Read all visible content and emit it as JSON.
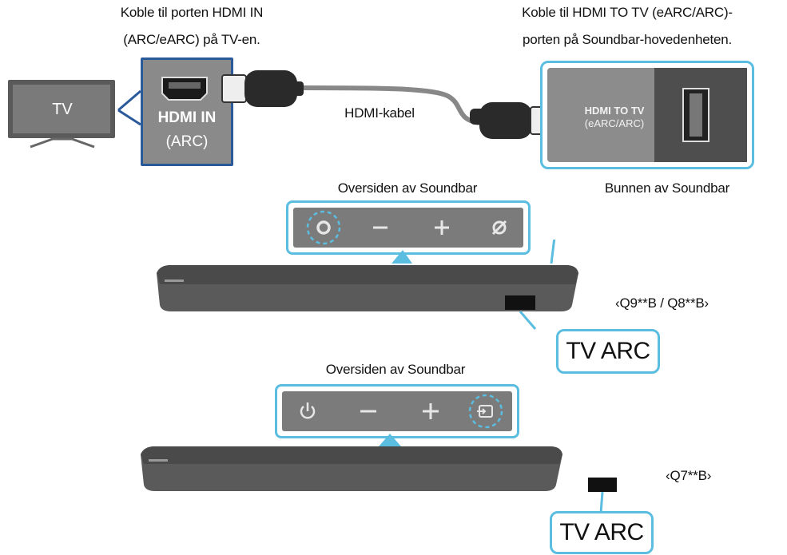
{
  "captions": {
    "tv_port_line1": "Koble til porten HDMI IN",
    "tv_port_line2": "(ARC/eARC) på TV-en.",
    "soundbar_port_line1": "Koble til HDMI TO TV (eARC/ARC)-",
    "soundbar_port_line2": "porten på Soundbar-hovedenheten.",
    "cable": "HDMI-kabel",
    "top_side_1": "Oversiden av Soundbar",
    "bottom_side": "Bunnen av Soundbar",
    "top_side_2": "Oversiden av Soundbar",
    "model_1": "‹Q9**B / Q8**B›",
    "model_2": "‹Q7**B›"
  },
  "tv": {
    "label": "TV"
  },
  "tv_port": {
    "line1": "HDMI IN",
    "line2": "(ARC)"
  },
  "soundbar_port": {
    "line1": "HDMI TO TV",
    "line2": "(eARC/ARC)"
  },
  "callouts": {
    "tv_arc_1": "TV ARC",
    "tv_arc_2": "TV ARC"
  },
  "buttons_1": [
    "power-circle-icon",
    "minus-icon",
    "plus-icon",
    "mute-icon"
  ],
  "buttons_2": [
    "power-icon",
    "minus-icon",
    "plus-icon",
    "source-icon"
  ],
  "colors": {
    "accent_blue": "#5bbde0",
    "dark_blue": "#2a5a9a",
    "panel_gray": "#8c8c8c",
    "bar_dark": "#4a4a4a"
  }
}
